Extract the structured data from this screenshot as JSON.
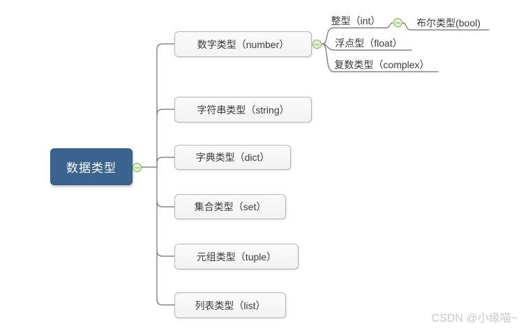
{
  "root": {
    "label": "数据类型"
  },
  "branches": [
    {
      "label": "数字类型（number）",
      "children": [
        {
          "label": "整型（int）",
          "children": [
            {
              "label": "布尔类型(bool)"
            }
          ]
        },
        {
          "label": "浮点型（float）"
        },
        {
          "label": "复数类型（complex）"
        }
      ]
    },
    {
      "label": "字符串类型（string）"
    },
    {
      "label": "字典类型（dict）"
    },
    {
      "label": "集合类型（set）"
    },
    {
      "label": "元组类型（tuple）"
    },
    {
      "label": "列表类型（list）"
    }
  ],
  "watermark": "CSDN @小缘喵~",
  "icons": {
    "collapse": "minus-circle-icon"
  },
  "colors": {
    "root_bg": "#3a6390",
    "root_text": "#ffffff",
    "branch_bg": "#f5f5f5",
    "branch_border": "#b5b5b5",
    "branch_text": "#3a3a3a",
    "connector_line": "#6e6e6e",
    "collapse_fill": "#e4f3d3",
    "collapse_stroke": "#6cb33e",
    "watermark_text": "#c9c9c9"
  }
}
